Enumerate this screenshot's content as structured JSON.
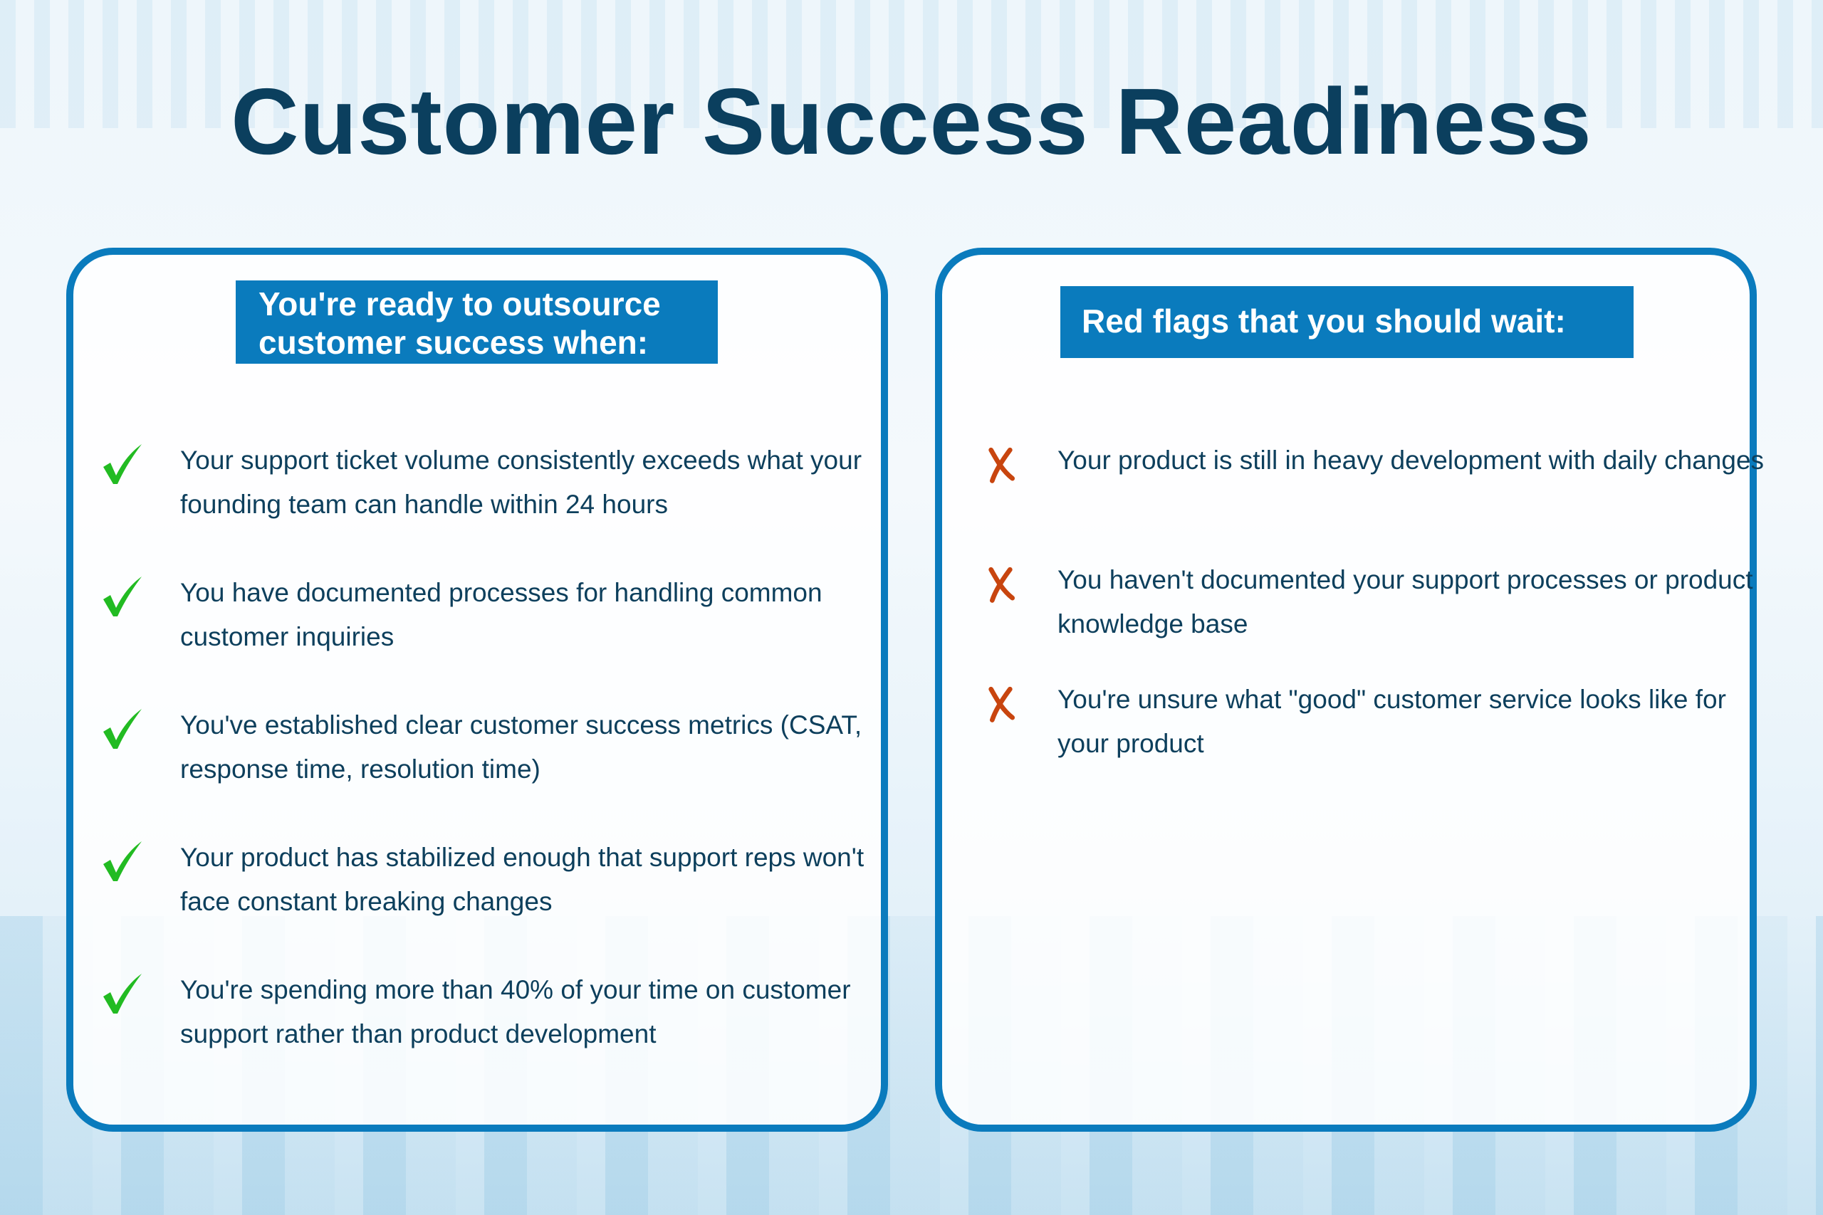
{
  "title": "Customer Success Readiness",
  "ready": {
    "heading_line1": "You're ready to outsource",
    "heading_line2": "customer success when:",
    "items": [
      {
        "icon": "check-icon",
        "text": "Your support ticket volume consistently exceeds what your founding team can handle within 24 hours"
      },
      {
        "icon": "check-icon",
        "text": "You have documented processes for handling common customer inquiries"
      },
      {
        "icon": "check-icon",
        "text": "You've established clear customer success metrics (CSAT, response time, resolution time)"
      },
      {
        "icon": "check-icon",
        "text": "Your product has stabilized enough that support reps won't face constant breaking changes"
      },
      {
        "icon": "check-icon",
        "text": "You're spending more than 40% of your time on customer support rather than product development"
      }
    ]
  },
  "red_flags": {
    "heading": "Red flags that you should wait:",
    "items": [
      {
        "icon": "x-icon",
        "text": "Your product is still in heavy development with daily changes"
      },
      {
        "icon": "x-icon",
        "text": "You haven't documented your support processes or product knowledge base"
      },
      {
        "icon": "x-icon",
        "text": "You're unsure what \"good\" customer service looks like for your product"
      }
    ]
  },
  "colors": {
    "title": "#0b3f5e",
    "accent": "#0a7bbd",
    "check": "#22bb22",
    "cross": "#c8450f",
    "text": "#0d3f5c"
  }
}
